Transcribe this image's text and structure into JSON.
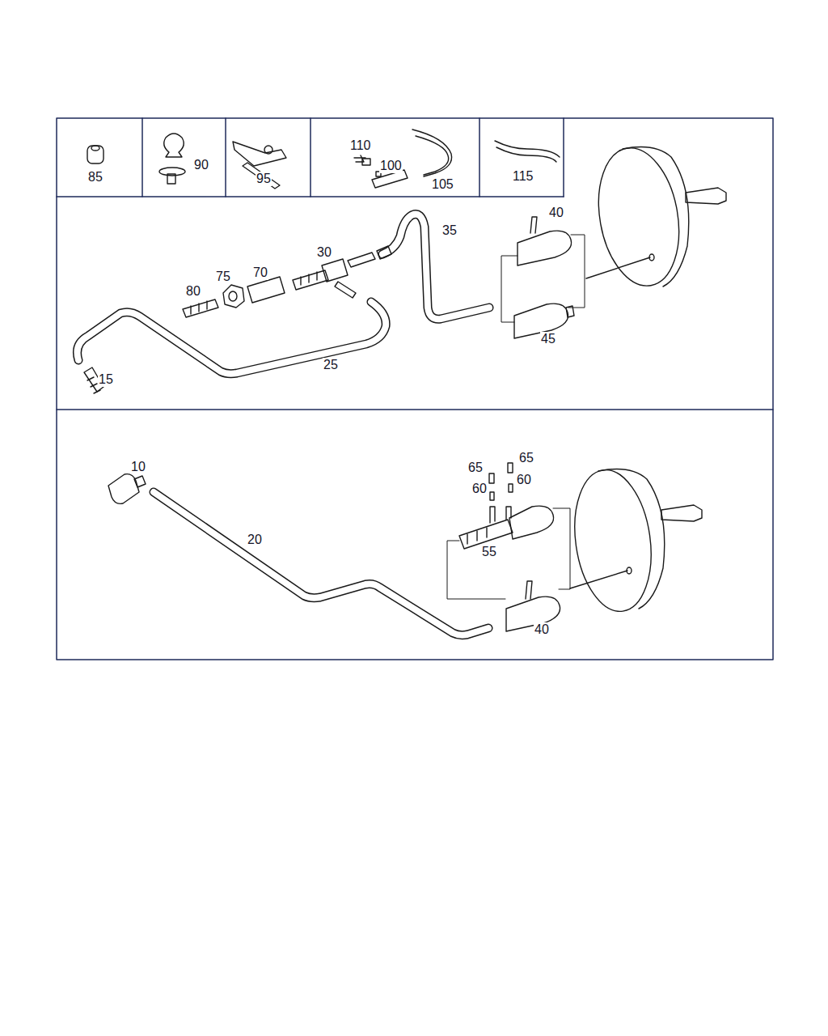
{
  "diagram": {
    "labels": [
      "85",
      "90",
      "95",
      "110",
      "100",
      "105",
      "115",
      "40",
      "35",
      "30",
      "75",
      "70",
      "80",
      "45",
      "15",
      "25",
      "10",
      "65",
      "65",
      "60",
      "60",
      "20",
      "55",
      "40"
    ]
  }
}
